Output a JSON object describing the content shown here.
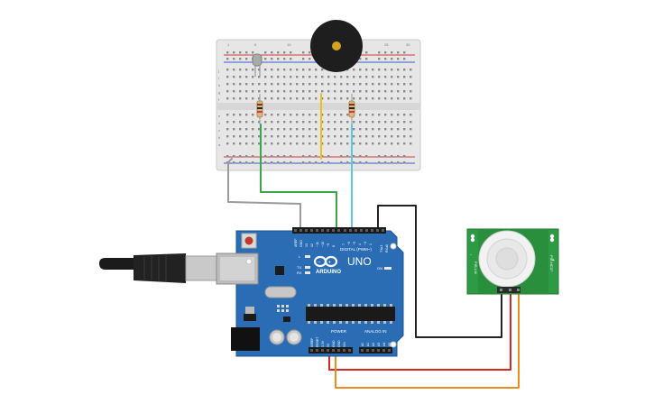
{
  "board": {
    "logo_text": "ARDUINO",
    "model": "UNO",
    "digital_header": "DIGITAL (PWM~)",
    "power_header": "POWER",
    "analog_header": "ANALOG IN",
    "led_l": "L",
    "led_tx": "TX",
    "led_rx": "RX",
    "led_on": "ON",
    "aref": "AREF",
    "gnd": "GND",
    "pin_13": "13",
    "pin_12": "12",
    "pin_11": "~11",
    "pin_10": "~10",
    "pin_9": "~9",
    "pin_8": "8",
    "pin_7": "7",
    "pin_6": "~6",
    "pin_5": "~5",
    "pin_4": "4",
    "pin_3": "~3",
    "pin_2": "2",
    "pin_tx1": "TX▸1",
    "pin_rx0": "RX◂0",
    "pwr_ioref": "IOREF",
    "pwr_reset": "RESET",
    "pwr_33v": "3.3V",
    "pwr_5v": "5V",
    "pwr_gnd1": "GND",
    "pwr_gnd2": "GND",
    "pwr_vin": "VIN",
    "a0": "A0",
    "a1": "A1",
    "a2": "A2",
    "a3": "A3",
    "a4": "A4",
    "a5": "A5"
  },
  "pir": {
    "label_left": "PIR-LM",
    "label_right": "PIR-HC07",
    "pin_minus": "-",
    "pin_plus": "+"
  },
  "breadboard": {
    "col_numbers": [
      "1",
      "5",
      "10",
      "15",
      "20",
      "25",
      "30"
    ],
    "row_letters_top": [
      "j",
      "i",
      "h",
      "g",
      "f"
    ],
    "row_letters_bottom": [
      "e",
      "d",
      "c",
      "b",
      "a"
    ]
  },
  "colors": {
    "board": "#2a6db5",
    "board_edge": "#1c5596",
    "breadboard": "#e6e6e6",
    "rail_red": "#d23a3a",
    "rail_blue": "#3a5ad2",
    "wire_gray": "#9a9a9a",
    "wire_green": "#3aa54a",
    "wire_yellow": "#e7c21d",
    "wire_cyan": "#5ec8d8",
    "wire_black": "#222222",
    "wire_red": "#d6281e",
    "wire_orange": "#ef8a1c",
    "pir_board": "#2e9a43",
    "buzzer": "#1e1e1e"
  }
}
